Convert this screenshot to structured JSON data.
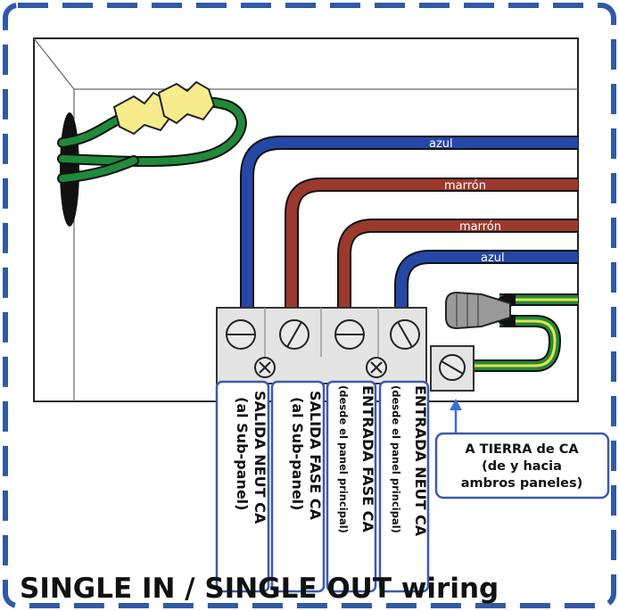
{
  "colors": {
    "frame_dash": "#2f5aa6",
    "label_border": "#3b5bb0",
    "neutral_wire": "#2547a6",
    "phase_wire": "#9b3a2c",
    "ground_green": "#1f8a3a",
    "ground_yellow": "#e8e04a",
    "terminal_block": "#e4e4e4",
    "arrow": "#3b6fd6"
  },
  "wires": {
    "wire1": "azul",
    "wire2": "marrón",
    "wire3": "marrón",
    "wire4": "azul"
  },
  "terminals": {
    "t1": "SALIDA NEUT CA",
    "t1_sub": "(al Sub-panel)",
    "t2": "SALIDA FASE CA",
    "t2_sub": "(al Sub-panel)",
    "t3": "ENTRADA FASE CA",
    "t3_sub": "(desde el panel principal)",
    "t4": "ENTRADA NEUT CA",
    "t4_sub": "(desde el panel principal)"
  },
  "ground": {
    "line1": "A TIERRA de CA",
    "line2": "(de y hacia",
    "line3": "ambros paneles)"
  },
  "title": "SINGLE IN / SINGLE OUT wiring"
}
